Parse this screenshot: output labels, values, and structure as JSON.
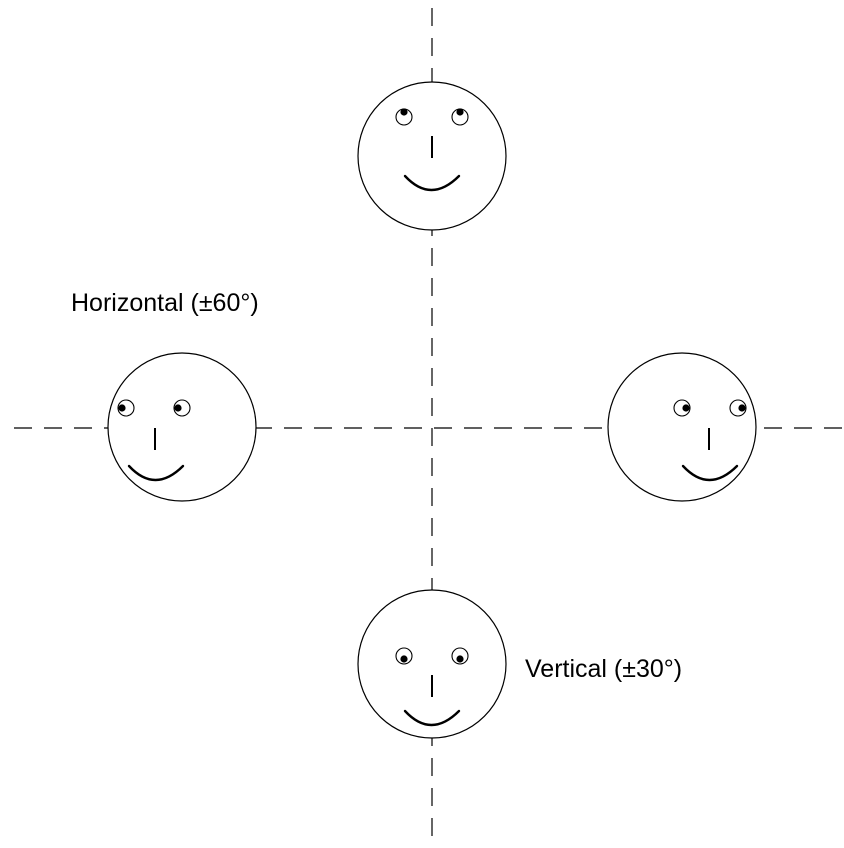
{
  "labels": {
    "horizontal": "Horizontal (±60°)",
    "vertical": "Vertical (±30°)"
  },
  "faces": [
    {
      "gaze": "up"
    },
    {
      "gaze": "left"
    },
    {
      "gaze": "right"
    },
    {
      "gaze": "down"
    }
  ]
}
